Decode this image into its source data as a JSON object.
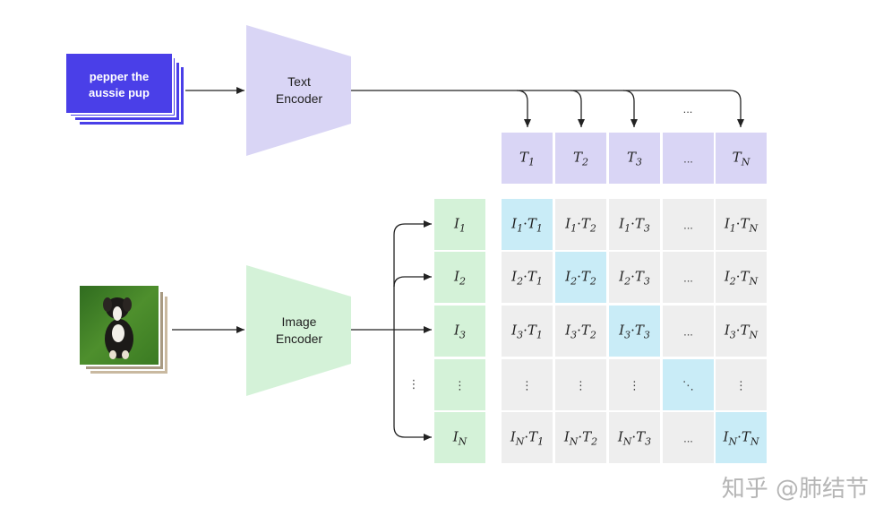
{
  "text_input": {
    "line1": "pepper the",
    "line2": "aussie pup"
  },
  "text_encoder": {
    "line1": "Text",
    "line2": "Encoder"
  },
  "image_encoder": {
    "line1": "Image",
    "line2": "Encoder"
  },
  "top_ellipsis": "...",
  "text_embeddings": [
    "T1",
    "T2",
    "T3",
    "...",
    "TN"
  ],
  "image_embeddings": [
    "I1",
    "I2",
    "I3",
    "⋮",
    "IN"
  ],
  "left_ellipsis": "⋮",
  "watermark": "知乎 @肺结节",
  "colors": {
    "text_card": "#4A3FE8",
    "text_encoder": "#D9D5F5",
    "image_encoder": "#D4F2D8",
    "text_emb_cell": "#D9D5F5",
    "image_emb_cell": "#D4F2D8",
    "matrix_cell": "#EEEEEE",
    "matrix_diag": "#C9ECF7",
    "arrow": "#222222"
  }
}
